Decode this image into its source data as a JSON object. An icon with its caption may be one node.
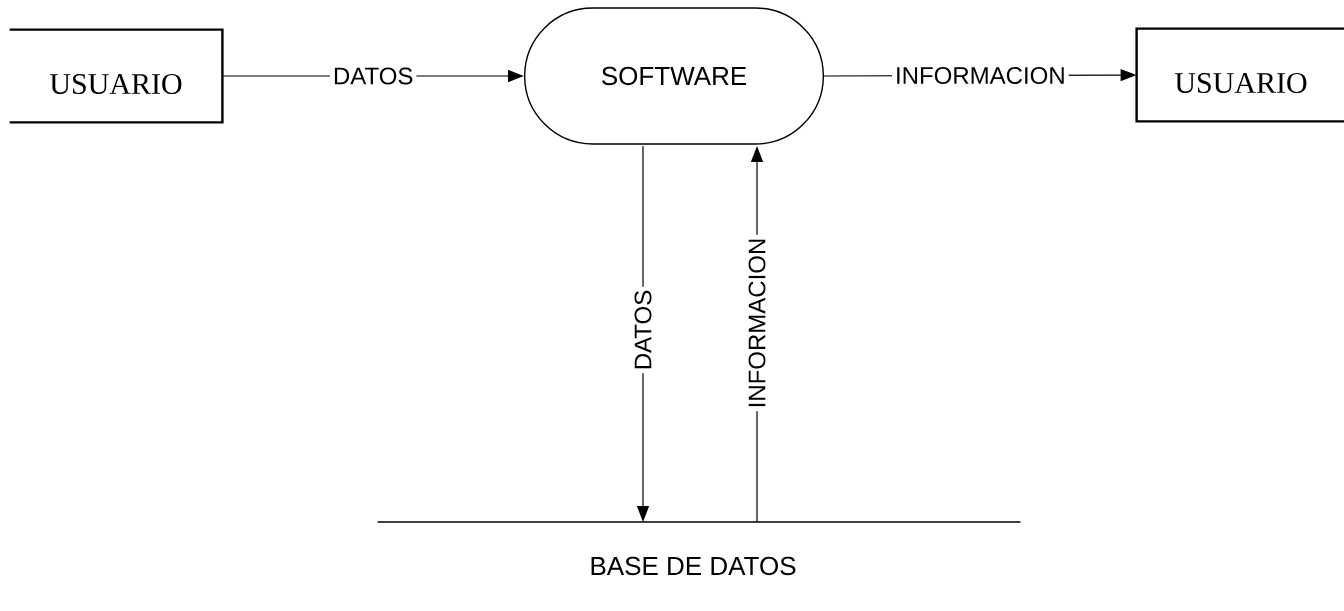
{
  "diagram": {
    "nodes": [
      {
        "text": [
          "USUARIO"
        ]
      },
      {
        "text": [
          "SOFTWARE"
        ]
      },
      {
        "text": [
          "USUARIO"
        ]
      },
      {
        "text": [
          "BASE DE DATOS"
        ]
      }
    ],
    "edges": [
      {
        "from": 0,
        "to": 1,
        "arrow": "to",
        "label": "DATOS"
      },
      {
        "from": 1,
        "to": 2,
        "arrow": "to",
        "label": "INFORMACION"
      },
      {
        "from": 1,
        "to": 3,
        "arrow": "to",
        "label": "DATOS"
      },
      {
        "from": 3,
        "to": 1,
        "arrow": "to",
        "label": "INFORMACION"
      }
    ]
  }
}
